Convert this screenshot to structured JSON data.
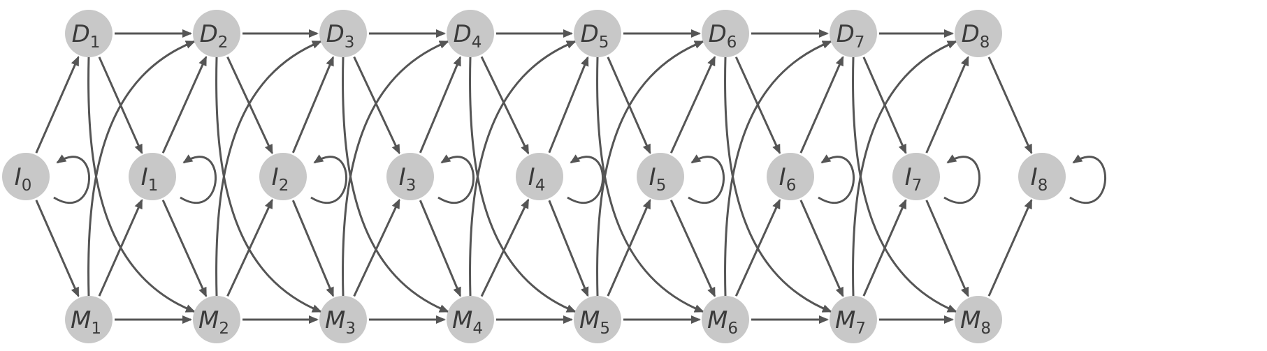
{
  "diagram": {
    "nodes": [
      {
        "id": "I0",
        "letter": "I",
        "index": "0"
      },
      {
        "id": "D1",
        "letter": "D",
        "index": "1"
      },
      {
        "id": "D2",
        "letter": "D",
        "index": "2"
      },
      {
        "id": "D3",
        "letter": "D",
        "index": "3"
      },
      {
        "id": "D4",
        "letter": "D",
        "index": "4"
      },
      {
        "id": "D5",
        "letter": "D",
        "index": "5"
      },
      {
        "id": "D6",
        "letter": "D",
        "index": "6"
      },
      {
        "id": "D7",
        "letter": "D",
        "index": "7"
      },
      {
        "id": "D8",
        "letter": "D",
        "index": "8"
      },
      {
        "id": "I1",
        "letter": "I",
        "index": "1"
      },
      {
        "id": "I2",
        "letter": "I",
        "index": "2"
      },
      {
        "id": "I3",
        "letter": "I",
        "index": "3"
      },
      {
        "id": "I4",
        "letter": "I",
        "index": "4"
      },
      {
        "id": "I5",
        "letter": "I",
        "index": "5"
      },
      {
        "id": "I6",
        "letter": "I",
        "index": "6"
      },
      {
        "id": "I7",
        "letter": "I",
        "index": "7"
      },
      {
        "id": "I8",
        "letter": "I",
        "index": "8"
      },
      {
        "id": "M1",
        "letter": "M",
        "index": "1"
      },
      {
        "id": "M2",
        "letter": "M",
        "index": "2"
      },
      {
        "id": "M3",
        "letter": "M",
        "index": "3"
      },
      {
        "id": "M4",
        "letter": "M",
        "index": "4"
      },
      {
        "id": "M5",
        "letter": "M",
        "index": "5"
      },
      {
        "id": "M6",
        "letter": "M",
        "index": "6"
      },
      {
        "id": "M7",
        "letter": "M",
        "index": "7"
      },
      {
        "id": "M8",
        "letter": "M",
        "index": "8"
      }
    ],
    "edges": [
      [
        "I0",
        "D1"
      ],
      [
        "I0",
        "M1"
      ],
      [
        "I0",
        "I0"
      ],
      [
        "D1",
        "D2"
      ],
      [
        "D1",
        "I1"
      ],
      [
        "D1",
        "M2"
      ],
      [
        "M1",
        "M2"
      ],
      [
        "M1",
        "I1"
      ],
      [
        "M1",
        "D2"
      ],
      [
        "I1",
        "D2"
      ],
      [
        "I1",
        "M2"
      ],
      [
        "I1",
        "I1"
      ],
      [
        "D2",
        "D3"
      ],
      [
        "D2",
        "I2"
      ],
      [
        "D2",
        "M3"
      ],
      [
        "M2",
        "M3"
      ],
      [
        "M2",
        "I2"
      ],
      [
        "M2",
        "D3"
      ],
      [
        "I2",
        "D3"
      ],
      [
        "I2",
        "M3"
      ],
      [
        "I2",
        "I2"
      ],
      [
        "D3",
        "D4"
      ],
      [
        "D3",
        "I3"
      ],
      [
        "D3",
        "M4"
      ],
      [
        "M3",
        "M4"
      ],
      [
        "M3",
        "I3"
      ],
      [
        "M3",
        "D4"
      ],
      [
        "I3",
        "D4"
      ],
      [
        "I3",
        "M4"
      ],
      [
        "I3",
        "I3"
      ],
      [
        "D4",
        "D5"
      ],
      [
        "D4",
        "I4"
      ],
      [
        "D4",
        "M5"
      ],
      [
        "M4",
        "M5"
      ],
      [
        "M4",
        "I4"
      ],
      [
        "M4",
        "D5"
      ],
      [
        "I4",
        "D5"
      ],
      [
        "I4",
        "M5"
      ],
      [
        "I4",
        "I4"
      ],
      [
        "D5",
        "D6"
      ],
      [
        "D5",
        "I5"
      ],
      [
        "D5",
        "M6"
      ],
      [
        "M5",
        "M6"
      ],
      [
        "M5",
        "I5"
      ],
      [
        "M5",
        "D6"
      ],
      [
        "I5",
        "D6"
      ],
      [
        "I5",
        "M6"
      ],
      [
        "I5",
        "I5"
      ],
      [
        "D6",
        "D7"
      ],
      [
        "D6",
        "I6"
      ],
      [
        "D6",
        "M7"
      ],
      [
        "M6",
        "M7"
      ],
      [
        "M6",
        "I6"
      ],
      [
        "M6",
        "D7"
      ],
      [
        "I6",
        "D7"
      ],
      [
        "I6",
        "M7"
      ],
      [
        "I6",
        "I6"
      ],
      [
        "D7",
        "D8"
      ],
      [
        "D7",
        "I7"
      ],
      [
        "D7",
        "M8"
      ],
      [
        "M7",
        "M8"
      ],
      [
        "M7",
        "I7"
      ],
      [
        "M7",
        "D8"
      ],
      [
        "I7",
        "D8"
      ],
      [
        "I7",
        "M8"
      ],
      [
        "I7",
        "I7"
      ],
      [
        "D8",
        "I8"
      ],
      [
        "M8",
        "I8"
      ],
      [
        "I8",
        "I8"
      ]
    ],
    "colors": {
      "node_fill": "#c8c8c8",
      "edge": "#555555",
      "label": "#3a3a3a",
      "background": "#ffffff"
    }
  }
}
